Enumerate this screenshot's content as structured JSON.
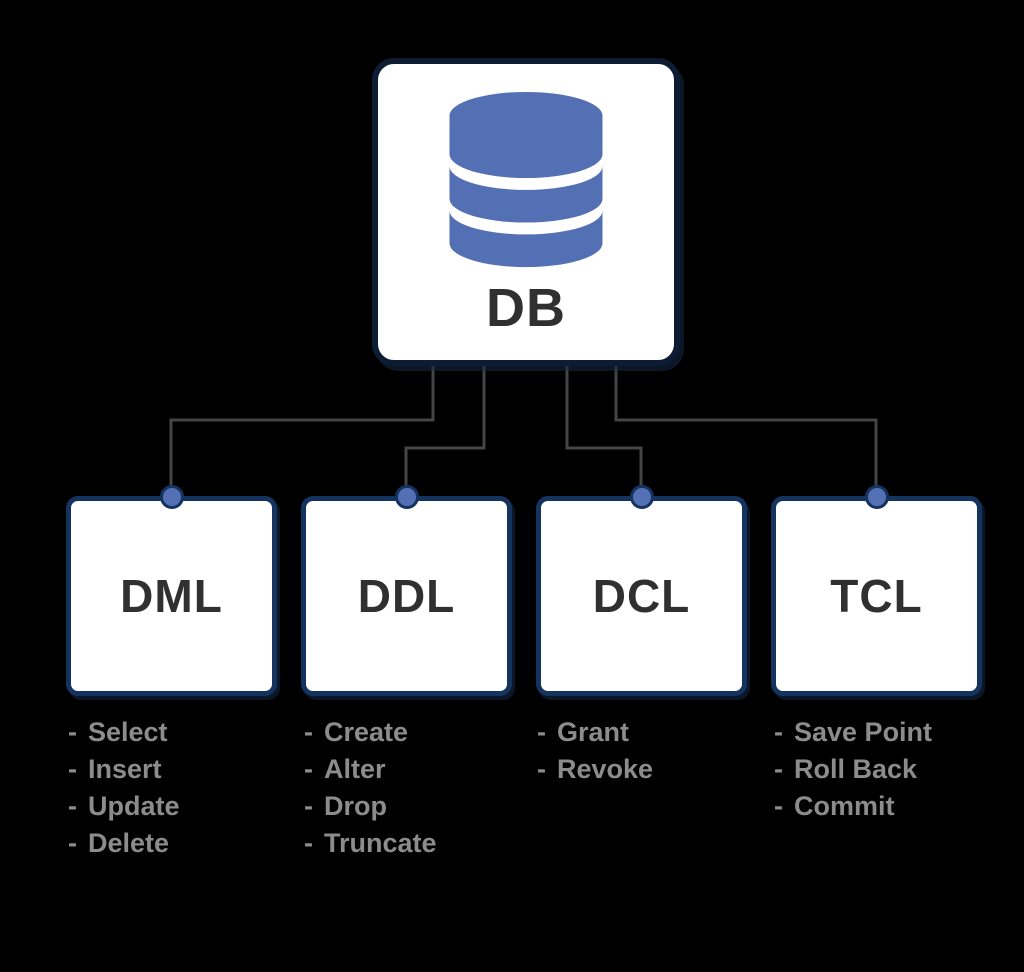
{
  "diagram": {
    "bullet": "-",
    "root": {
      "label": "DB",
      "icon": "database-icon"
    },
    "children": [
      {
        "label": "DML",
        "items": [
          "Select",
          "Insert",
          "Update",
          "Delete"
        ]
      },
      {
        "label": "DDL",
        "items": [
          "Create",
          "Alter",
          "Drop",
          "Truncate"
        ]
      },
      {
        "label": "DCL",
        "items": [
          "Grant",
          "Revoke"
        ]
      },
      {
        "label": "TCL",
        "items": [
          "Save Point",
          "Roll Back",
          "Commit"
        ]
      }
    ],
    "colors": {
      "background": "#000000",
      "accent_blue": "#5470b5",
      "box_border": "#14335e",
      "root_border": "#0d1b33",
      "line": "#454545",
      "label_text": "#303030",
      "list_text": "#8c8c8c",
      "box_fill": "#ffffff"
    }
  }
}
